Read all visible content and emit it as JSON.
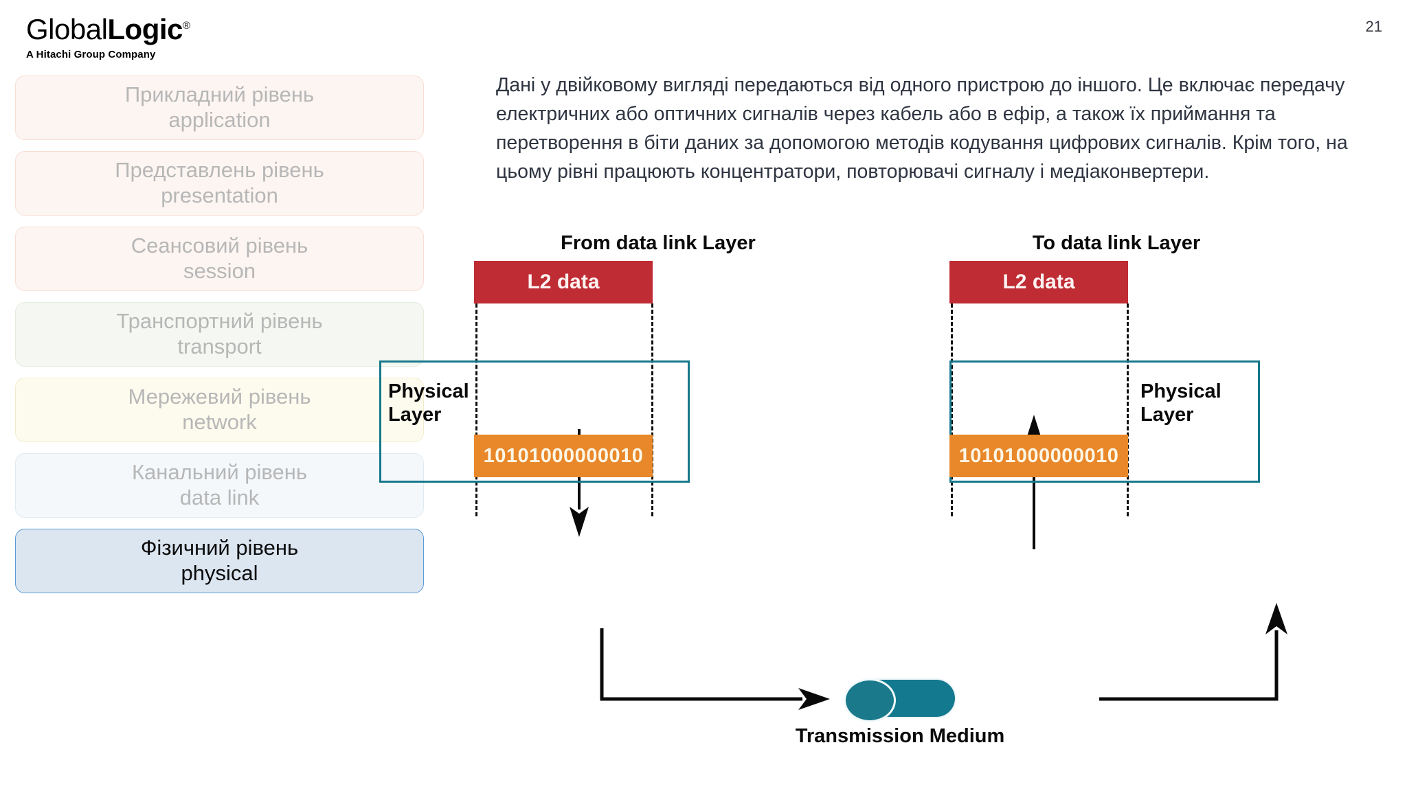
{
  "brand": {
    "word_light": "Global",
    "word_bold": "Logic",
    "registered": "®",
    "tagline": "A Hitachi Group Company"
  },
  "page_number": "21",
  "osi_stack": {
    "layers": [
      {
        "ua": "Прикладний рівень",
        "en": "application",
        "tint": "tint-pink",
        "active": false
      },
      {
        "ua": "Представлень рівень",
        "en": "presentation",
        "tint": "tint-pink",
        "active": false
      },
      {
        "ua": "Сеансовий рівень",
        "en": "session",
        "tint": "tint-pink",
        "active": false
      },
      {
        "ua": "Транспортний рівень",
        "en": "transport",
        "tint": "tint-green",
        "active": false
      },
      {
        "ua": "Мережевий рівень",
        "en": "network",
        "tint": "tint-yellow",
        "active": false
      },
      {
        "ua": "Канальний рівень",
        "en": "data link",
        "tint": "tint-bluepale",
        "active": false
      },
      {
        "ua": "Фізичний рівень",
        "en": "physical",
        "tint": "tint-blue",
        "active": true
      }
    ]
  },
  "body": {
    "paragraph": "Дані у двійковому вигляді передаються від одного пристрою до іншого. Це включає передачу електричних або оптичних сигналів через кабель або в ефір, а також їх приймання та перетворення в біти даних за допомогою методів кодування цифрових сигналів. Крім того, на цьому рівні працюють концентратори, повторювачі сигналу і медіаконвертери."
  },
  "diagram": {
    "left": {
      "title": "From data link Layer",
      "l2_label": "L2 data",
      "phy_label_line1": "Physical",
      "phy_label_line2": "Layer",
      "bits": "10101000000010"
    },
    "right": {
      "title": "To data link Layer",
      "l2_label": "L2 data",
      "phy_label_line1": "Physical",
      "phy_label_line2": "Layer",
      "bits": "10101000000010"
    },
    "medium_label": "Transmission Medium",
    "colors": {
      "l2_red": "#bf2c33",
      "bits_orange": "#e8882a",
      "phy_border_teal": "#17788c",
      "medium_teal": "#13798f",
      "active_layer_blue": "#dce6f1",
      "active_layer_border": "#5b9bd5"
    }
  }
}
